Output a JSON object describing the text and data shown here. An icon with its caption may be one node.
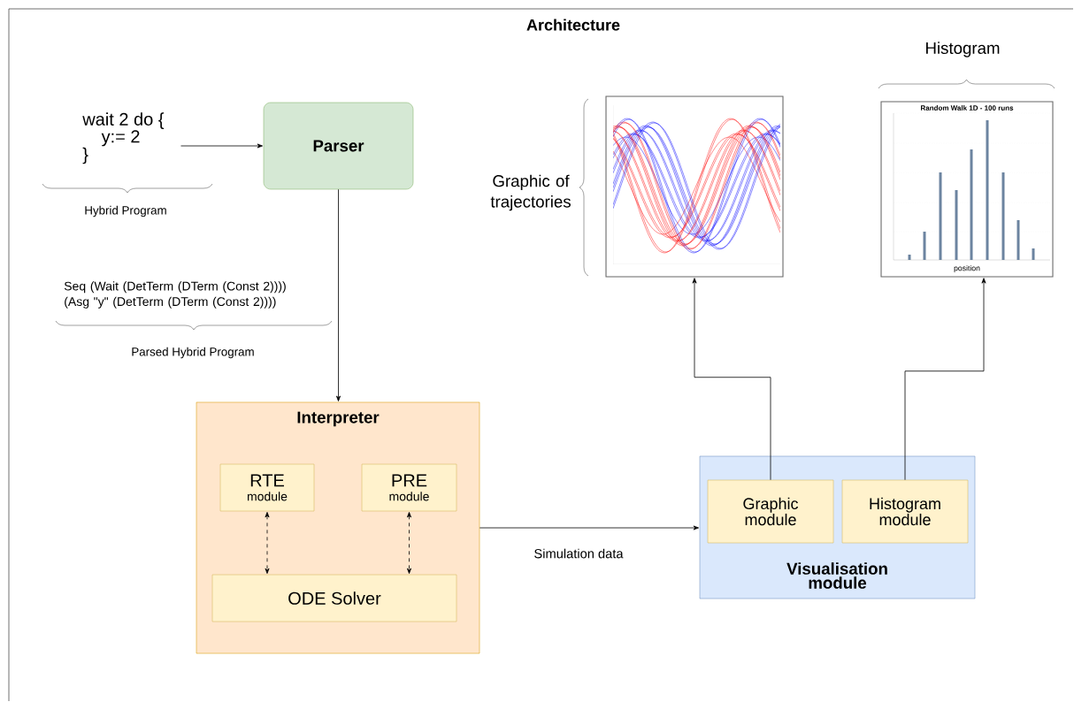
{
  "diagram": {
    "title": "Architecture",
    "nodes": [
      {
        "text": [
          "wait 2 do {",
          "y:= 2",
          "}"
        ],
        "beside": [
          "Hybrid Program"
        ]
      },
      {
        "text": [
          "Parser"
        ]
      },
      {
        "text": [
          "Interpreter"
        ]
      },
      {
        "text": [
          "RTE",
          "module"
        ],
        "in": 2
      },
      {
        "text": [
          "PRE",
          "module"
        ],
        "in": 2
      },
      {
        "text": [
          "ODE Solver"
        ],
        "in": 2
      },
      {
        "text": [
          "Visualisation module"
        ]
      },
      {
        "text": [
          "Graphic module"
        ],
        "in": 6
      },
      {
        "text": [
          "Histogram module"
        ],
        "in": 6
      },
      {
        "text": [],
        "shape": "picture",
        "beside": [
          "Graphic of trajectories"
        ]
      },
      {
        "text": [
          "Random Walk 1D - 100 runs",
          "position"
        ],
        "beside": [
          "Histogram"
        ]
      }
    ],
    "edges": [
      {
        "from": 0,
        "to": 1,
        "arrow": "to"
      },
      {
        "from": 1,
        "to": 2,
        "arrow": "to"
      },
      {
        "from": 3,
        "to": 5,
        "arrow": "both",
        "style": "dashed"
      },
      {
        "from": 4,
        "to": 5,
        "arrow": "both",
        "style": "dashed"
      },
      {
        "from": 2,
        "to": 6,
        "arrow": "to",
        "label": "Simulation data"
      },
      {
        "from": 7,
        "to": 9,
        "arrow": "to"
      },
      {
        "from": 8,
        "to": 10,
        "arrow": "to"
      }
    ],
    "labels": [
      "Seq (Wait (DetTerm (DTerm (Const 2)))) (Asg \"y\" (DetTerm (DTerm (Const 2))))",
      "Parsed Hybrid Program"
    ]
  }
}
